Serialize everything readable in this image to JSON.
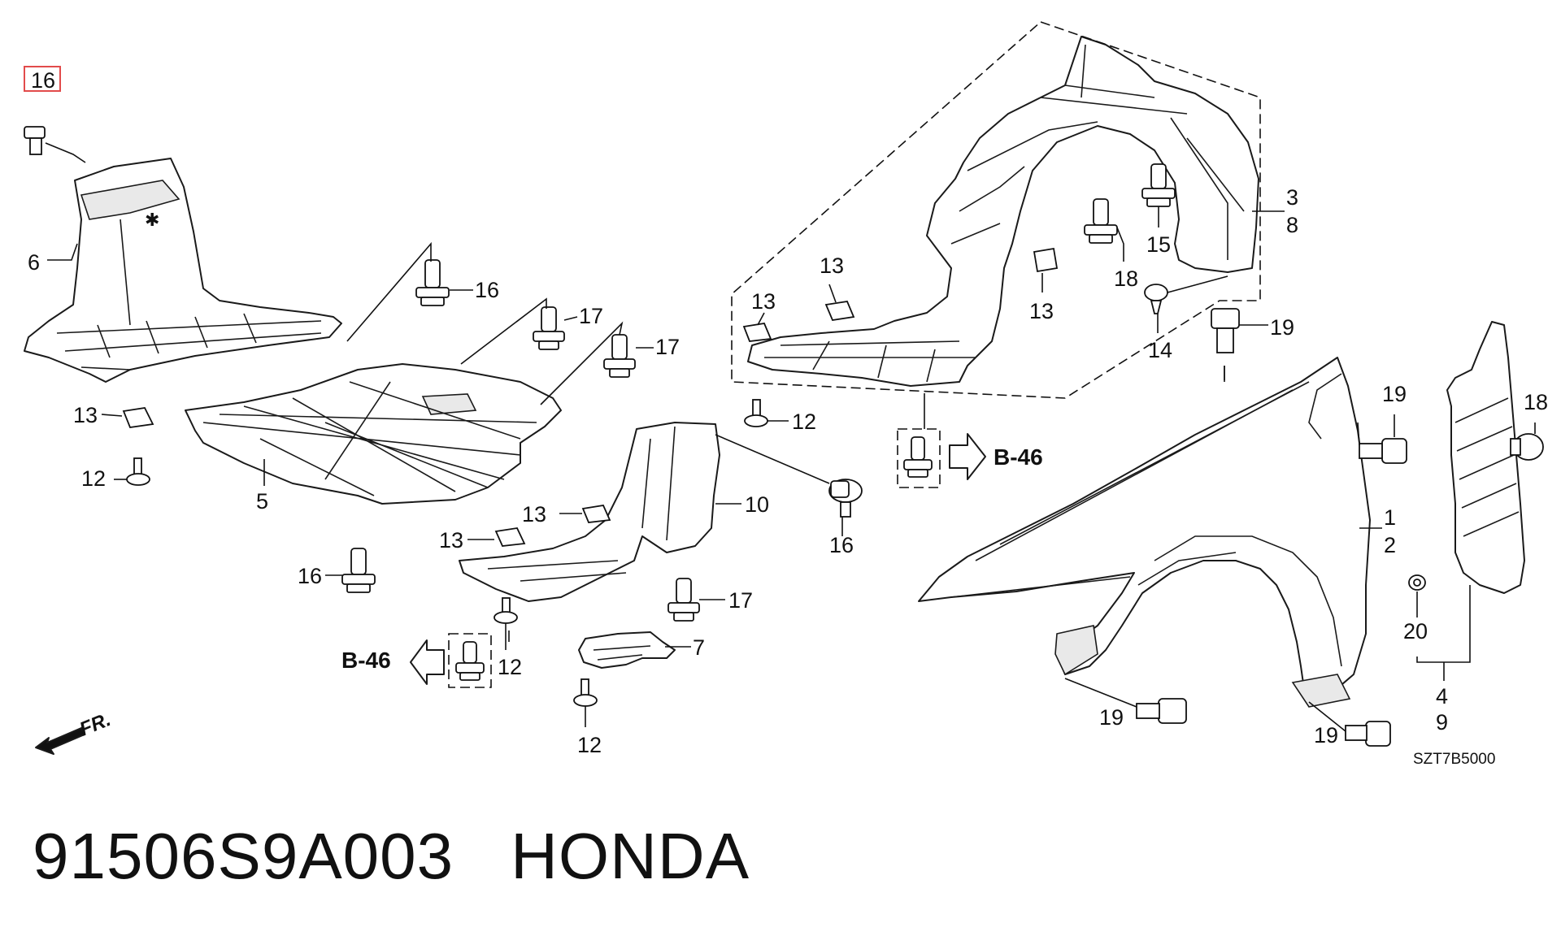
{
  "diagram": {
    "diagram_code": "SZT7B5000",
    "front_marker": "FR.",
    "ref_left": "B-46",
    "ref_right": "B-46",
    "highlighted_callout": "16",
    "callouts": {
      "c_16_hl": "16",
      "c_6": "6",
      "c_16_a": "16",
      "c_17_a": "17",
      "c_17_b": "17",
      "c_13_a": "13",
      "c_12_a": "12",
      "c_5": "5",
      "c_13_b": "13",
      "c_13_c": "13",
      "c_16_b": "16",
      "c_10": "10",
      "c_12_b": "12",
      "c_16_c": "16",
      "c_17_c": "17",
      "c_7": "7",
      "c_12_c": "12",
      "c_12_d": "12",
      "c_13_d": "13",
      "c_13_e": "13",
      "c_13_f": "13",
      "c_18_a": "18",
      "c_15": "15",
      "c_14": "14",
      "c_3": "3",
      "c_8": "8",
      "c_19_a": "19",
      "c_19_b": "19",
      "c_18_b": "18",
      "c_1": "1",
      "c_2": "2",
      "c_20": "20",
      "c_4": "4",
      "c_9": "9",
      "c_19_c": "19",
      "c_19_d": "19"
    }
  },
  "footer": {
    "part_number": "91506S9A003",
    "brand": "HONDA"
  }
}
